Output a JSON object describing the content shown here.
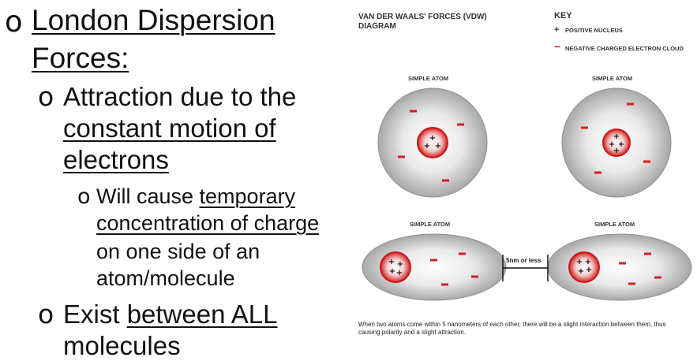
{
  "bullets": {
    "l1_marker": "o",
    "l1_line1": "London Dispersion",
    "l1_line2": "Forces:",
    "l2a_marker": "o",
    "l2a_line1": "Attraction due to the",
    "l2a_line2": "constant motion of",
    "l2a_line3": "electrons",
    "l3_marker": "o",
    "l3_line1_plain": "Will cause ",
    "l3_line1_ul": "temporary",
    "l3_line2": "concentration of charge",
    "l3_line3": "on one side of an",
    "l3_line4": "atom/molecule",
    "l2b_marker": "o",
    "l2b_line1_plain": "Exist ",
    "l2b_line1_ul": "between ALL",
    "l2b_line2": "molecules"
  },
  "figure": {
    "title_line1": "VAN DER WAALS' FORCES (VDW)",
    "title_line2": "DIAGRAM",
    "key_title": "KEY",
    "key_pos_symbol": "+",
    "key_pos_label": "POSITIVE NUCLEUS",
    "key_neg_symbol": "−",
    "key_neg_label": "NEGATIVE CHARGED ELECTRON CLOUD",
    "atom_label": "SIMPLE ATOM",
    "distance_label": "5nm or less",
    "caption": "When two atoms come within 5 nanometers of each other, there will be a slight interaction between them, thus causing polarity and a slight attraction.",
    "colors": {
      "cloud": "#9a9a9a",
      "nucleus": "#d32020",
      "electron": "#d32020"
    }
  }
}
